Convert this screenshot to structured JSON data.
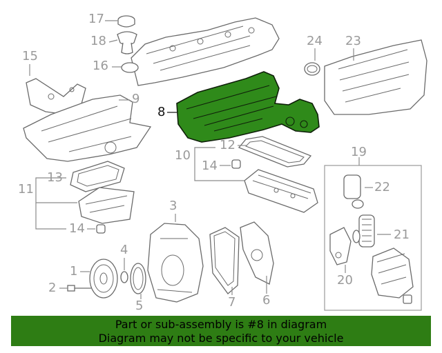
{
  "callouts": {
    "c1": "1",
    "c2": "2",
    "c3": "3",
    "c4": "4",
    "c5": "5",
    "c6": "6",
    "c7": "7",
    "c8": "8",
    "c9": "9",
    "c10": "10",
    "c11": "11",
    "c12": "12",
    "c13": "13",
    "c14a": "14",
    "c14b": "14",
    "c15": "15",
    "c16": "16",
    "c17": "17",
    "c18": "18",
    "c19": "19",
    "c20": "20",
    "c21": "21",
    "c22": "22",
    "c23": "23",
    "c24": "24"
  },
  "banner": {
    "line1": "Part or sub-assembly is #8 in diagram",
    "line2": "Diagram may not be specific to your vehicle"
  },
  "colors": {
    "highlight": "#2f8a1a",
    "banner_bg": "#2e7d14",
    "callout_gray": "#9a9a9a"
  }
}
